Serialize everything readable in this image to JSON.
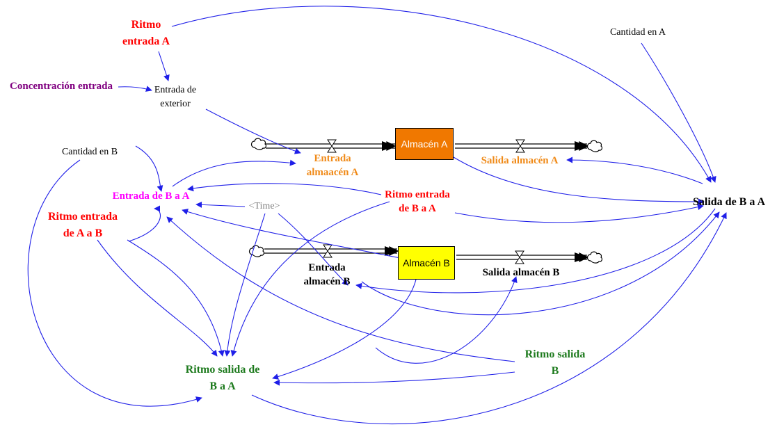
{
  "colors": {
    "link": "#1f1fe8",
    "flow": "#000000",
    "red": "#ff0000",
    "orange": "#f08a18",
    "purple": "#800080",
    "magenta": "#ff00ff",
    "green": "#1d7a1d",
    "gray": "#808080",
    "stock_a_fill": "#f07800",
    "stock_b_fill": "#ffff00"
  },
  "stocks": {
    "almacen_a": "Almacén A",
    "almacen_b": "Almacén B"
  },
  "flows": {
    "entrada_a": [
      "Entrada",
      "almaacén A"
    ],
    "salida_a": "Salida almacén A",
    "entrada_b": [
      "Entrada",
      "almacén B"
    ],
    "salida_b": "Salida almacén B"
  },
  "variables": {
    "ritmo_entrada_a": [
      "Ritmo",
      "entrada A"
    ],
    "concentracion_entrada": "Concentración entrada",
    "entrada_exterior": [
      "Entrada de",
      "exterior"
    ],
    "cantidad_en_a": "Cantidad en A",
    "cantidad_en_b": "Cantidad en B",
    "entrada_b_a": "Entrada de B a A",
    "time": "<Time>",
    "ritmo_entrada_b_a": [
      "Ritmo entrada",
      "de B a A"
    ],
    "ritmo_entrada_a_b": [
      "Ritmo entrada",
      "de A a B"
    ],
    "salida_b_a": "Salida de B a A",
    "ritmo_salida_b": [
      "Ritmo salida",
      "B"
    ],
    "ritmo_salida_b_a": [
      "Ritmo salida de",
      "B a A"
    ]
  }
}
